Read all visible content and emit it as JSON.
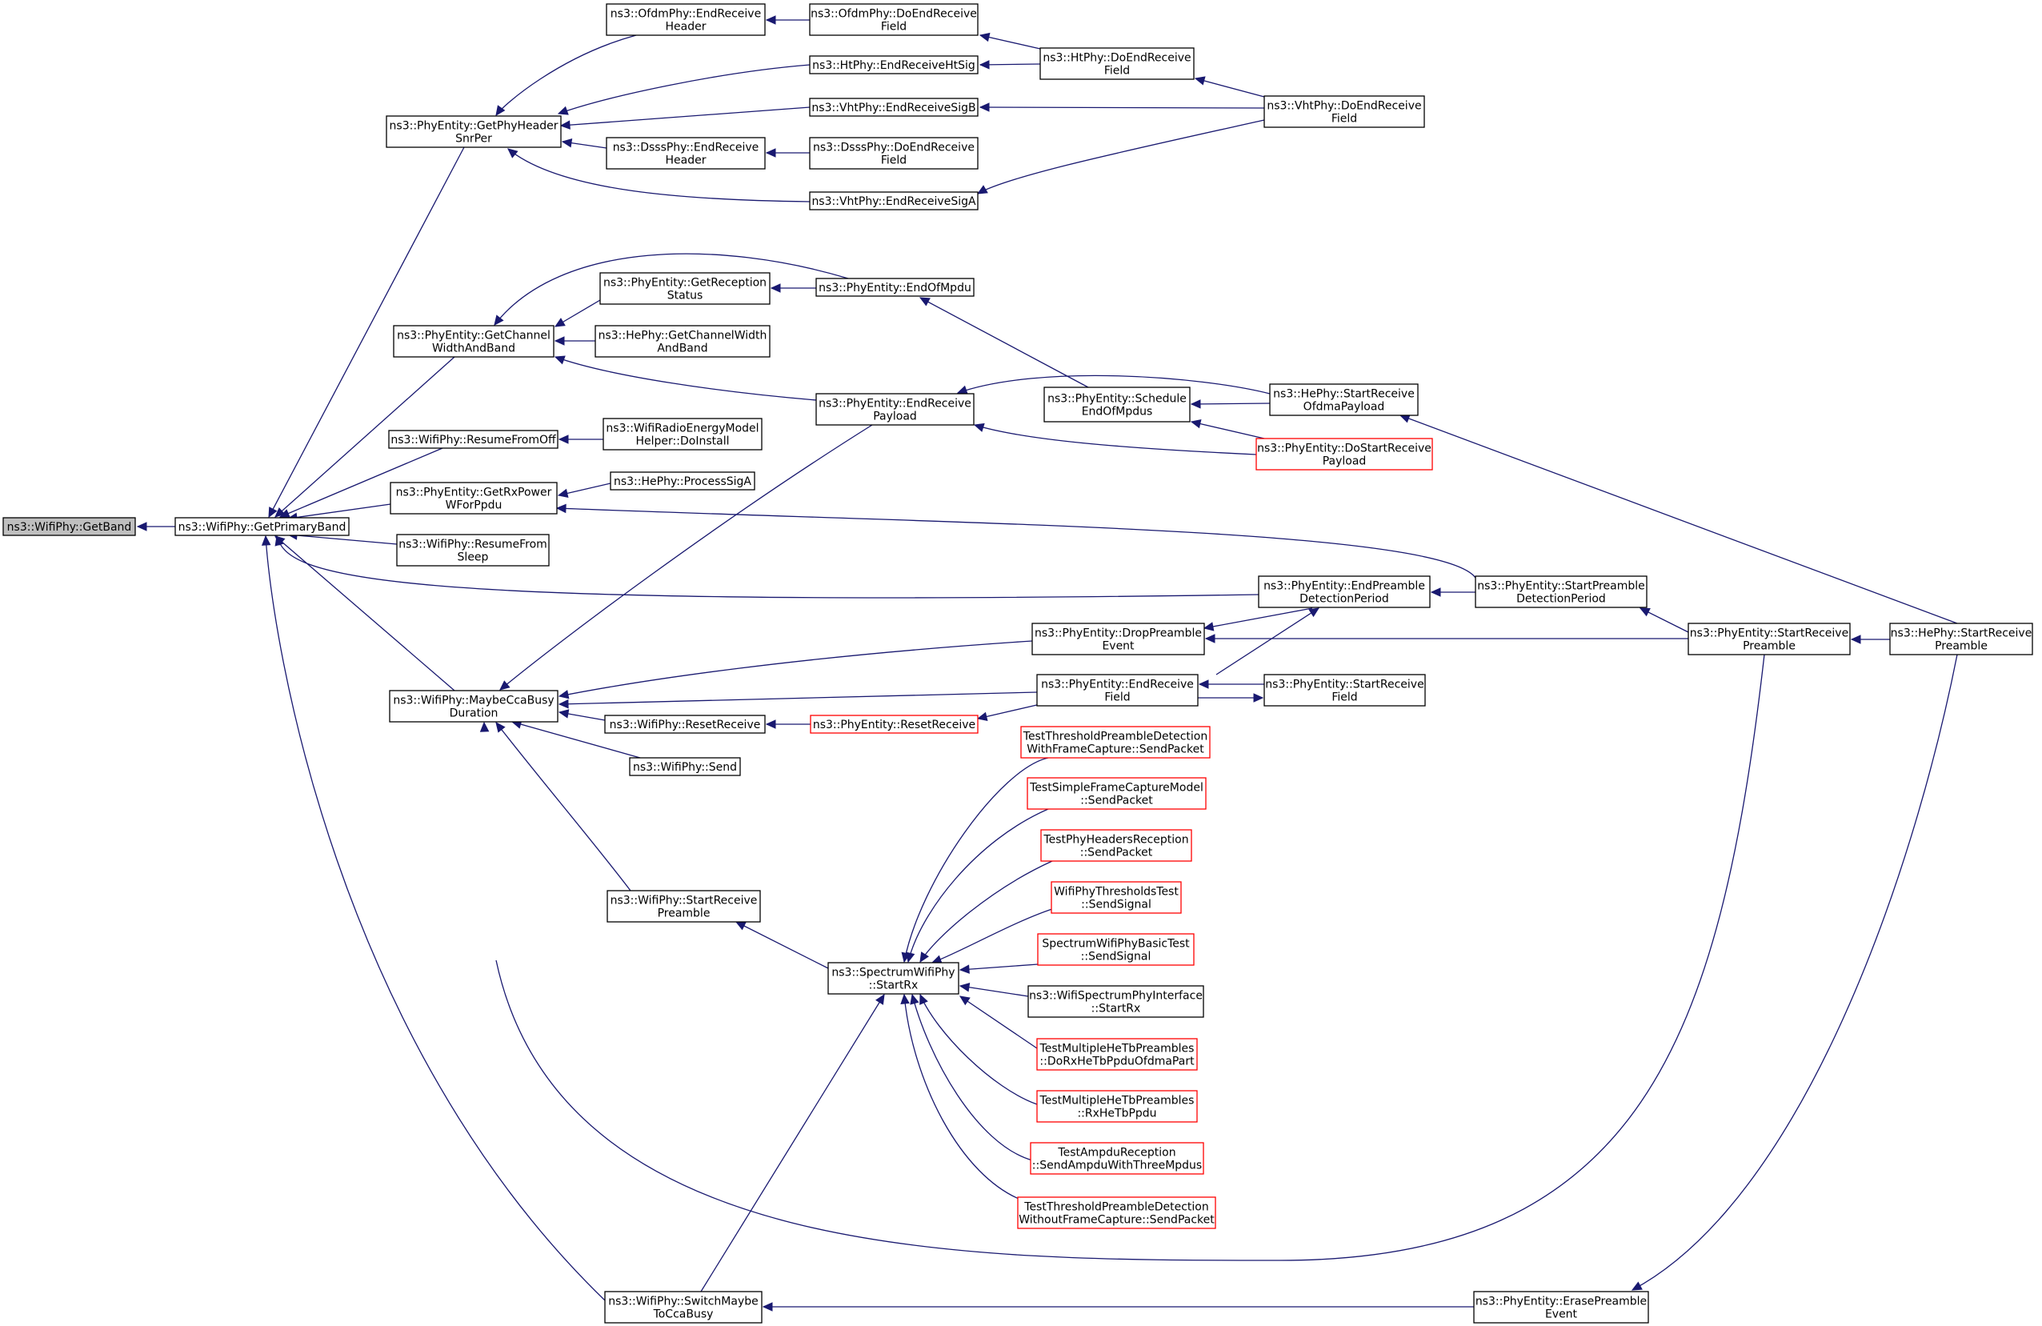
{
  "colors": {
    "edge": "#191970",
    "node_border": "#000000",
    "node_border_red": "#ff0000",
    "root_fill": "#bfbfbf",
    "node_fill": "#ffffff"
  },
  "nodes": [
    {
      "id": "getband",
      "label": [
        "ns3::WifiPhy::GetBand"
      ],
      "style": "root"
    },
    {
      "id": "getprimaryband",
      "label": [
        "ns3::WifiPhy::GetPrimaryBand"
      ]
    },
    {
      "id": "getphyheadersnrper",
      "label": [
        "ns3::PhyEntity::GetPhyHeader",
        "SnrPer"
      ]
    },
    {
      "id": "ofdm_endreceiveheader",
      "label": [
        "ns3::OfdmPhy::EndReceive",
        "Header"
      ]
    },
    {
      "id": "ofdm_doendreceivefield",
      "label": [
        "ns3::OfdmPhy::DoEndReceive",
        "Field"
      ]
    },
    {
      "id": "ht_endreceivehtsig",
      "label": [
        "ns3::HtPhy::EndReceiveHtSig"
      ]
    },
    {
      "id": "ht_doendreceivefield",
      "label": [
        "ns3::HtPhy::DoEndReceive",
        "Field"
      ]
    },
    {
      "id": "vht_endreceivesigb",
      "label": [
        "ns3::VhtPhy::EndReceiveSigB"
      ]
    },
    {
      "id": "vht_doendreceivefield",
      "label": [
        "ns3::VhtPhy::DoEndReceive",
        "Field"
      ]
    },
    {
      "id": "dsss_endreceiveheader",
      "label": [
        "ns3::DsssPhy::EndReceive",
        "Header"
      ]
    },
    {
      "id": "dsss_doendreceivefield",
      "label": [
        "ns3::DsssPhy::DoEndReceive",
        "Field"
      ]
    },
    {
      "id": "vht_endreceivesiga",
      "label": [
        "ns3::VhtPhy::EndReceiveSigA"
      ]
    },
    {
      "id": "getchannelwidthandband",
      "label": [
        "ns3::PhyEntity::GetChannel",
        "WidthAndBand"
      ]
    },
    {
      "id": "getreceptionstatus",
      "label": [
        "ns3::PhyEntity::GetReception",
        "Status"
      ]
    },
    {
      "id": "endofmpdu",
      "label": [
        "ns3::PhyEntity::EndOfMpdu"
      ]
    },
    {
      "id": "he_getchannelwidthandband",
      "label": [
        "ns3::HePhy::GetChannelWidth",
        "AndBand"
      ]
    },
    {
      "id": "endreceivepayload",
      "label": [
        "ns3::PhyEntity::EndReceive",
        "Payload"
      ]
    },
    {
      "id": "scheduleendofmpdus",
      "label": [
        "ns3::PhyEntity::Schedule",
        "EndOfMpdus"
      ]
    },
    {
      "id": "he_startreceiveofdmapayload",
      "label": [
        "ns3::HePhy::StartReceive",
        "OfdmaPayload"
      ]
    },
    {
      "id": "dostartreceivepayload",
      "label": [
        "ns3::PhyEntity::DoStartReceive",
        "Payload"
      ],
      "style": "red"
    },
    {
      "id": "resumefromoff",
      "label": [
        "ns3::WifiPhy::ResumeFromOff"
      ]
    },
    {
      "id": "wifiradioenergy",
      "label": [
        "ns3::WifiRadioEnergyModel",
        "Helper::DoInstall"
      ]
    },
    {
      "id": "getrxpowerwforppdu",
      "label": [
        "ns3::PhyEntity::GetRxPower",
        "WForPpdu"
      ]
    },
    {
      "id": "he_processsiga",
      "label": [
        "ns3::HePhy::ProcessSigA"
      ]
    },
    {
      "id": "resumefromsleep",
      "label": [
        "ns3::WifiPhy::ResumeFrom",
        "Sleep"
      ]
    },
    {
      "id": "endpreambledetectionperiod",
      "label": [
        "ns3::PhyEntity::EndPreamble",
        "DetectionPeriod"
      ]
    },
    {
      "id": "startpreambledetectionperiod",
      "label": [
        "ns3::PhyEntity::StartPreamble",
        "DetectionPeriod"
      ]
    },
    {
      "id": "pe_startreceivepreamble",
      "label": [
        "ns3::PhyEntity::StartReceive",
        "Preamble"
      ]
    },
    {
      "id": "he_startreceivepreamble",
      "label": [
        "ns3::HePhy::StartReceive",
        "Preamble"
      ]
    },
    {
      "id": "droppreambleevent",
      "label": [
        "ns3::PhyEntity::DropPreamble",
        "Event"
      ]
    },
    {
      "id": "maybeccabusyduration",
      "label": [
        "ns3::WifiPhy::MaybeCcaBusy",
        "Duration"
      ]
    },
    {
      "id": "endreceivefield",
      "label": [
        "ns3::PhyEntity::EndReceive",
        "Field"
      ]
    },
    {
      "id": "startreceivefield",
      "label": [
        "ns3::PhyEntity::StartReceive",
        "Field"
      ]
    },
    {
      "id": "wifi_resetreceive",
      "label": [
        "ns3::WifiPhy::ResetReceive"
      ]
    },
    {
      "id": "pe_resetreceive",
      "label": [
        "ns3::PhyEntity::ResetReceive"
      ],
      "style": "red"
    },
    {
      "id": "wifi_send",
      "label": [
        "ns3::WifiPhy::Send"
      ]
    },
    {
      "id": "t_thresh_with",
      "label": [
        "TestThresholdPreambleDetection",
        "WithFrameCapture::SendPacket"
      ],
      "style": "red"
    },
    {
      "id": "t_simpleframe",
      "label": [
        "TestSimpleFrameCaptureModel",
        "::SendPacket"
      ],
      "style": "red"
    },
    {
      "id": "t_phyheaders",
      "label": [
        "TestPhyHeadersReception",
        "::SendPacket"
      ],
      "style": "red"
    },
    {
      "id": "t_thresholds",
      "label": [
        "WifiPhyThresholdsTest",
        "::SendSignal"
      ],
      "style": "red"
    },
    {
      "id": "t_spectrumbasic",
      "label": [
        "SpectrumWifiPhyBasicTest",
        "::SendSignal"
      ],
      "style": "red"
    },
    {
      "id": "wifi_startreceivepreamble",
      "label": [
        "ns3::WifiPhy::StartReceive",
        "Preamble"
      ]
    },
    {
      "id": "spectrum_startrx",
      "label": [
        "ns3::SpectrumWifiPhy",
        "::StartRx"
      ]
    },
    {
      "id": "wifispectrumiface",
      "label": [
        "ns3::WifiSpectrumPhyInterface",
        "::StartRx"
      ]
    },
    {
      "id": "t_multi_dorx",
      "label": [
        "TestMultipleHeTbPreambles",
        "::DoRxHeTbPpduOfdmaPart"
      ],
      "style": "red"
    },
    {
      "id": "t_multi_rx",
      "label": [
        "TestMultipleHeTbPreambles",
        "::RxHeTbPpdu"
      ],
      "style": "red"
    },
    {
      "id": "t_ampdu",
      "label": [
        "TestAmpduReception",
        "::SendAmpduWithThreeMpdus"
      ],
      "style": "red"
    },
    {
      "id": "t_thresh_without",
      "label": [
        "TestThresholdPreambleDetection",
        "WithoutFrameCapture::SendPacket"
      ],
      "style": "red"
    },
    {
      "id": "switchmaybetoccabusy",
      "label": [
        "ns3::WifiPhy::SwitchMaybe",
        "ToCcaBusy"
      ]
    },
    {
      "id": "erasepreambleevent",
      "label": [
        "ns3::PhyEntity::ErasePreamble",
        "Event"
      ]
    }
  ],
  "edges": [
    [
      "getprimaryband",
      "getband"
    ],
    [
      "getphyheadersnrper",
      "getprimaryband"
    ],
    [
      "getchannelwidthandband",
      "getprimaryband"
    ],
    [
      "resumefromoff",
      "getprimaryband"
    ],
    [
      "getrxpowerwforppdu",
      "getprimaryband"
    ],
    [
      "resumefromsleep",
      "getprimaryband"
    ],
    [
      "endpreambledetectionperiod",
      "getprimaryband"
    ],
    [
      "maybeccabusyduration",
      "getprimaryband"
    ],
    [
      "switchmaybetoccabusy",
      "getprimaryband"
    ],
    [
      "ofdm_endreceiveheader",
      "getphyheadersnrper"
    ],
    [
      "ht_endreceivehtsig",
      "getphyheadersnrper"
    ],
    [
      "vht_endreceivesigb",
      "getphyheadersnrper"
    ],
    [
      "dsss_endreceiveheader",
      "getphyheadersnrper"
    ],
    [
      "vht_endreceivesiga",
      "getphyheadersnrper"
    ],
    [
      "ofdm_doendreceivefield",
      "ofdm_endreceiveheader"
    ],
    [
      "ht_doendreceivefield",
      "ofdm_doendreceivefield"
    ],
    [
      "ht_doendreceivefield",
      "ht_endreceivehtsig"
    ],
    [
      "vht_doendreceivefield",
      "ht_doendreceivefield"
    ],
    [
      "vht_doendreceivefield",
      "vht_endreceivesigb"
    ],
    [
      "vht_doendreceivefield",
      "vht_endreceivesiga"
    ],
    [
      "dsss_doendreceivefield",
      "dsss_endreceiveheader"
    ],
    [
      "getreceptionstatus",
      "getchannelwidthandband"
    ],
    [
      "endofmpdu",
      "getchannelwidthandband"
    ],
    [
      "he_getchannelwidthandband",
      "getchannelwidthandband"
    ],
    [
      "endreceivepayload",
      "getchannelwidthandband"
    ],
    [
      "endofmpdu",
      "getreceptionstatus"
    ],
    [
      "scheduleendofmpdus",
      "endofmpdu"
    ],
    [
      "he_startreceiveofdmapayload",
      "endreceivepayload"
    ],
    [
      "dostartreceivepayload",
      "endreceivepayload"
    ],
    [
      "he_startreceiveofdmapayload",
      "scheduleendofmpdus"
    ],
    [
      "dostartreceivepayload",
      "scheduleendofmpdus"
    ],
    [
      "he_startreceivepreamble",
      "he_startreceiveofdmapayload"
    ],
    [
      "wifiradioenergy",
      "resumefromoff"
    ],
    [
      "he_processsiga",
      "getrxpowerwforppdu"
    ],
    [
      "startpreambledetectionperiod",
      "getrxpowerwforppdu"
    ],
    [
      "startpreambledetectionperiod",
      "endpreambledetectionperiod"
    ],
    [
      "pe_startreceivepreamble",
      "startpreambledetectionperiod"
    ],
    [
      "he_startreceivepreamble",
      "pe_startreceivepreamble"
    ],
    [
      "endpreambledetectionperiod",
      "droppreambleevent"
    ],
    [
      "pe_startreceivepreamble",
      "droppreambleevent"
    ],
    [
      "endreceivefield",
      "endpreambledetectionperiod"
    ],
    [
      "startreceivefield",
      "endreceivefield"
    ],
    [
      "endreceivefield",
      "startreceivefield"
    ],
    [
      "endreceivepayload",
      "maybeccabusyduration"
    ],
    [
      "droppreambleevent",
      "maybeccabusyduration"
    ],
    [
      "endreceivefield",
      "maybeccabusyduration"
    ],
    [
      "wifi_resetreceive",
      "maybeccabusyduration"
    ],
    [
      "wifi_send",
      "maybeccabusyduration"
    ],
    [
      "wifi_startreceivepreamble",
      "maybeccabusyduration"
    ],
    [
      "pe_startreceivepreamble",
      "maybeccabusyduration"
    ],
    [
      "pe_resetreceive",
      "wifi_resetreceive"
    ],
    [
      "endreceivefield",
      "pe_resetreceive"
    ],
    [
      "spectrum_startrx",
      "wifi_startreceivepreamble"
    ],
    [
      "t_thresh_with",
      "spectrum_startrx"
    ],
    [
      "t_simpleframe",
      "spectrum_startrx"
    ],
    [
      "t_phyheaders",
      "spectrum_startrx"
    ],
    [
      "t_thresholds",
      "spectrum_startrx"
    ],
    [
      "t_spectrumbasic",
      "spectrum_startrx"
    ],
    [
      "wifispectrumiface",
      "spectrum_startrx"
    ],
    [
      "t_multi_dorx",
      "spectrum_startrx"
    ],
    [
      "t_multi_rx",
      "spectrum_startrx"
    ],
    [
      "t_ampdu",
      "spectrum_startrx"
    ],
    [
      "t_thresh_without",
      "spectrum_startrx"
    ],
    [
      "switchmaybetoccabusy",
      "spectrum_startrx"
    ],
    [
      "erasepreambleevent",
      "switchmaybetoccabusy"
    ],
    [
      "he_startreceivepreamble",
      "erasepreambleevent"
    ]
  ]
}
